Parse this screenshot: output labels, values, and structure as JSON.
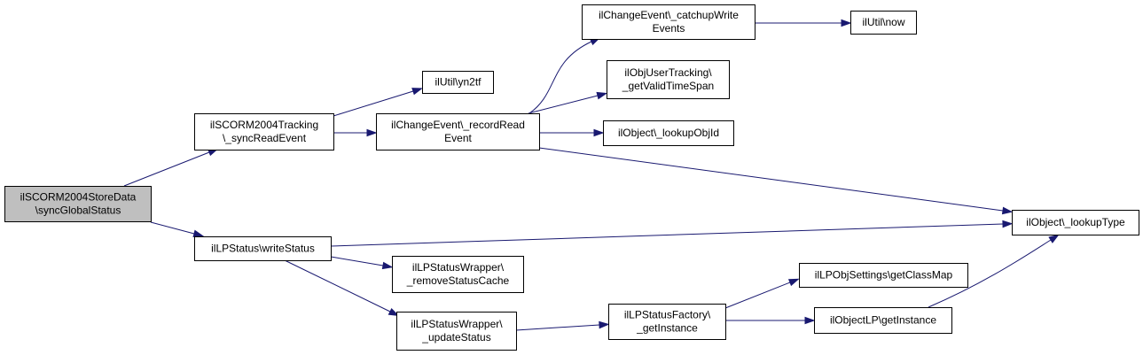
{
  "colors": {
    "edge": "#191970",
    "node_fill": "#ffffff",
    "root_fill": "#bfbfbf",
    "node_border": "#000000"
  },
  "nodes": [
    {
      "id": "root",
      "lines": [
        "ilSCORM2004StoreData",
        "\\syncGlobalStatus"
      ],
      "highlighted": true
    },
    {
      "id": "sync-read-event",
      "lines": [
        "ilSCORM2004Tracking",
        "\\_syncReadEvent"
      ]
    },
    {
      "id": "write-status",
      "lines": [
        "ilLPStatus\\writeStatus"
      ]
    },
    {
      "id": "yn2tf",
      "lines": [
        "ilUtil\\yn2tf"
      ]
    },
    {
      "id": "record-read-event",
      "lines": [
        "ilChangeEvent\\_recordRead",
        "Event"
      ]
    },
    {
      "id": "catchup-write-events",
      "lines": [
        "ilChangeEvent\\_catchupWrite",
        "Events"
      ]
    },
    {
      "id": "util-now",
      "lines": [
        "ilUtil\\now"
      ]
    },
    {
      "id": "get-valid-time-span",
      "lines": [
        "ilObjUserTracking\\",
        "_getValidTimeSpan"
      ]
    },
    {
      "id": "lookup-obj-id",
      "lines": [
        "ilObject\\_lookupObjId"
      ]
    },
    {
      "id": "lookup-type",
      "lines": [
        "ilObject\\_lookupType"
      ]
    },
    {
      "id": "remove-status-cache",
      "lines": [
        "ilLPStatusWrapper\\",
        "_removeStatusCache"
      ]
    },
    {
      "id": "update-status",
      "lines": [
        "ilLPStatusWrapper\\",
        "_updateStatus"
      ]
    },
    {
      "id": "status-factory-get-instance",
      "lines": [
        "ilLPStatusFactory\\",
        "_getInstance"
      ]
    },
    {
      "id": "get-class-map",
      "lines": [
        "ilLPObjSettings\\getClassMap"
      ]
    },
    {
      "id": "object-lp-get-instance",
      "lines": [
        "ilObjectLP\\getInstance"
      ]
    }
  ],
  "edges": [
    {
      "from": "root",
      "to": "sync-read-event"
    },
    {
      "from": "root",
      "to": "write-status"
    },
    {
      "from": "sync-read-event",
      "to": "yn2tf"
    },
    {
      "from": "sync-read-event",
      "to": "record-read-event"
    },
    {
      "from": "record-read-event",
      "to": "catchup-write-events"
    },
    {
      "from": "record-read-event",
      "to": "get-valid-time-span"
    },
    {
      "from": "record-read-event",
      "to": "lookup-obj-id"
    },
    {
      "from": "record-read-event",
      "to": "lookup-type"
    },
    {
      "from": "catchup-write-events",
      "to": "util-now"
    },
    {
      "from": "write-status",
      "to": "lookup-type"
    },
    {
      "from": "write-status",
      "to": "remove-status-cache"
    },
    {
      "from": "write-status",
      "to": "update-status"
    },
    {
      "from": "update-status",
      "to": "status-factory-get-instance"
    },
    {
      "from": "status-factory-get-instance",
      "to": "get-class-map"
    },
    {
      "from": "status-factory-get-instance",
      "to": "object-lp-get-instance"
    },
    {
      "from": "object-lp-get-instance",
      "to": "lookup-type"
    }
  ]
}
